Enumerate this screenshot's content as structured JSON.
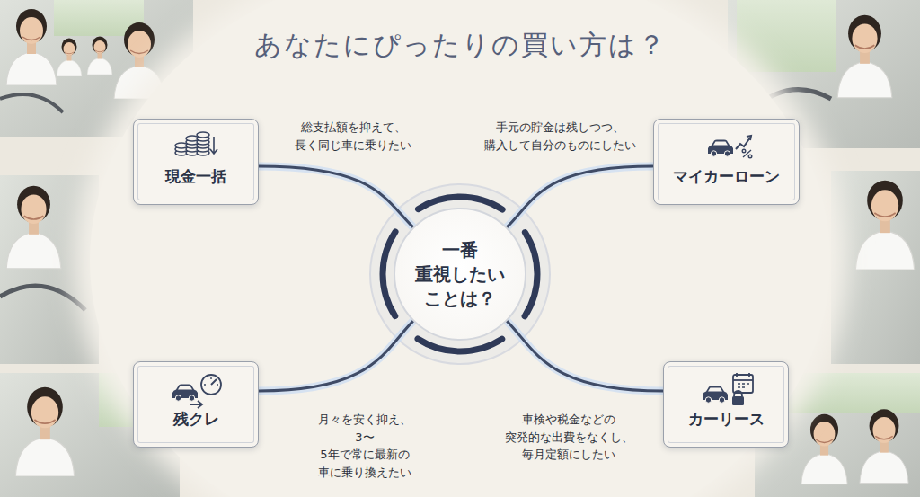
{
  "diagram": {
    "title": "あなたにぴったりの買い方は？",
    "nodes": [
      {
        "text": [
          "現金一括",
          "総支払額を抑えて、 長く同じ車に乗りたい"
        ]
      },
      {
        "text": [
          "マイカーローン",
          "手元の貯金は残しつつ、 購入して自分のものにしたい"
        ]
      },
      {
        "text": [
          "一番 重視したい ことは？"
        ]
      },
      {
        "text": [
          "残クレ",
          "月々を安く抑え、 3〜5年で常に最新の 車に乗り換えたい"
        ]
      },
      {
        "text": [
          "カーリース",
          "車検や税金などの 突発的な出費をなくし、 毎月定額にしたい"
        ]
      }
    ],
    "edges": [
      {
        "from": 2,
        "to": 0,
        "arrow": "none"
      },
      {
        "from": 2,
        "to": 1,
        "arrow": "none"
      },
      {
        "from": 2,
        "to": 3,
        "arrow": "none"
      },
      {
        "from": 2,
        "to": 4,
        "arrow": "none"
      }
    ]
  }
}
